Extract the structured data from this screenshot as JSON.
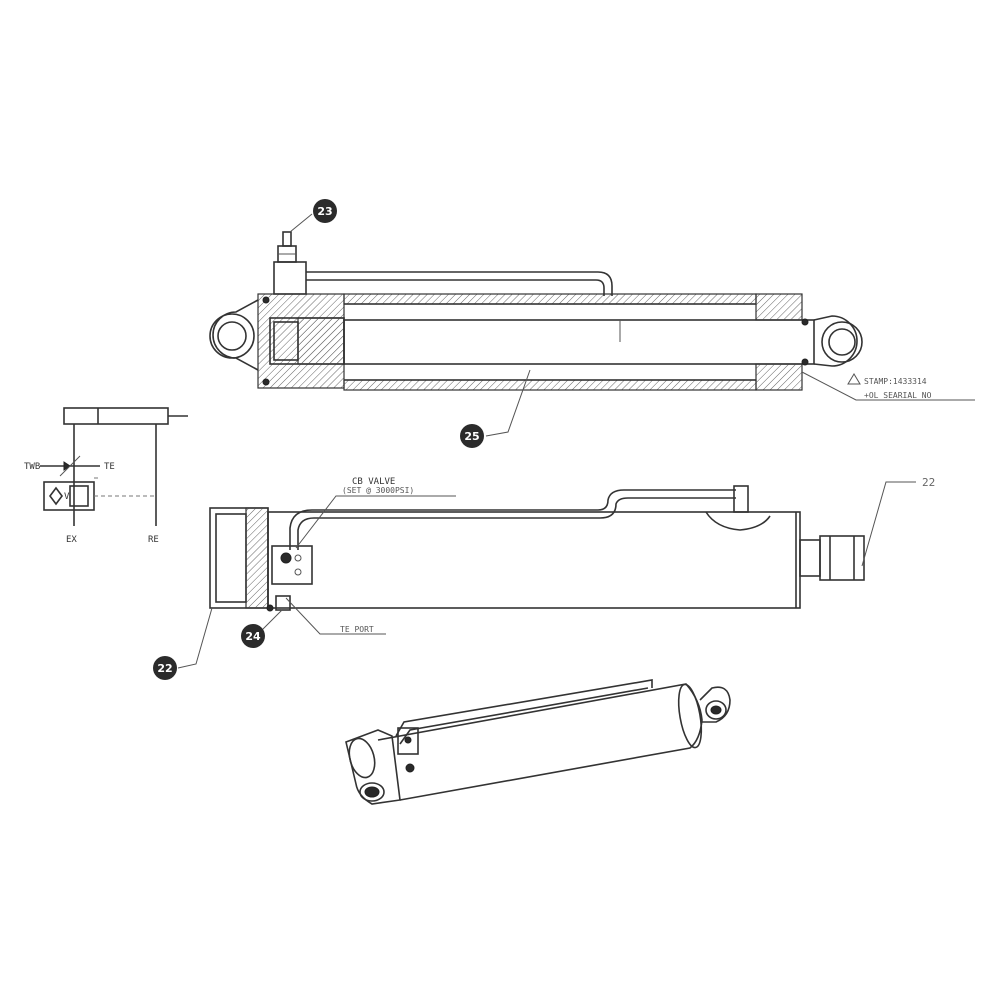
{
  "callouts": {
    "c23": "23",
    "c25": "25",
    "c22": "22",
    "c24": "24",
    "c22_plain": "22"
  },
  "notes": {
    "cb_valve_title": "CB VALVE",
    "cb_valve_setting": "(SET @ 3000PSI)",
    "te_port": "TE PORT",
    "stamp_line1": "STAMP:1433314",
    "stamp_line2": "+OL SEARIAL NO"
  },
  "schematic": {
    "port_twb": "TWB",
    "port_te": "TE",
    "port_v": "V",
    "port_ex": "EX",
    "port_re": "RE"
  }
}
